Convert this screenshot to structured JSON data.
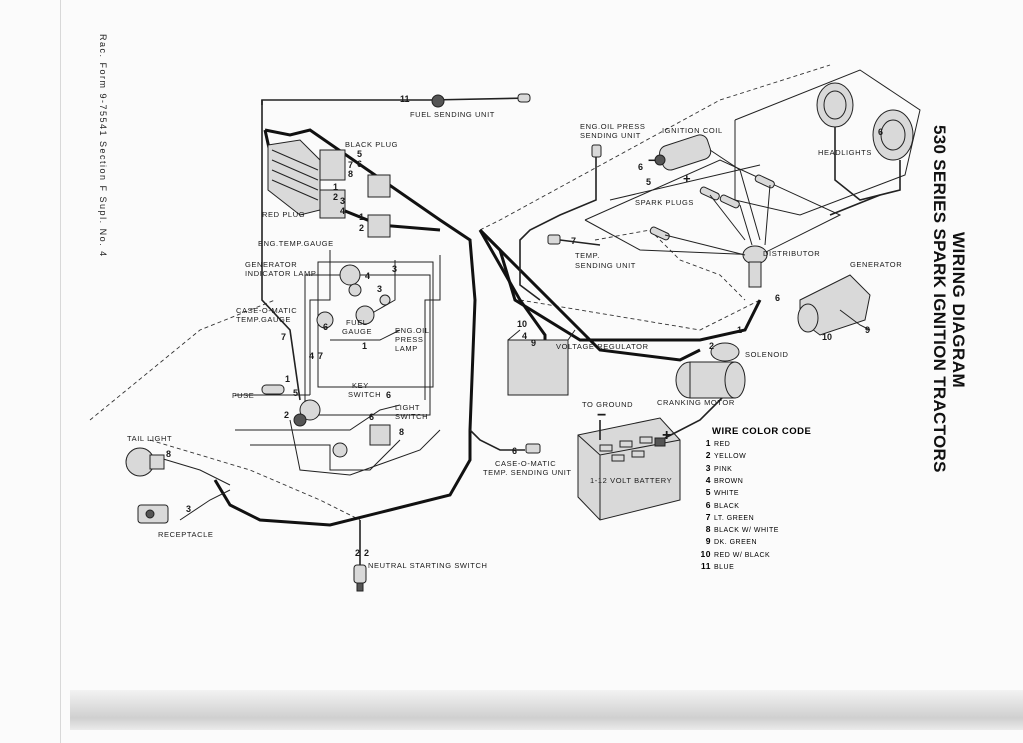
{
  "title_line1": "WIRING DIAGRAM",
  "title_line2": "530 SERIES SPARK IGNITION TRACTORS",
  "form_reference": "Rac. Form 9-75541 Section F Supl. No. 4",
  "component_labels": {
    "fuel_sending_unit": "FUEL SENDING UNIT",
    "black_plug": "BLACK PLUG",
    "red_plug": "RED PLUG",
    "eng_temp_gauge": "ENG.TEMP.GAUGE",
    "generator_indicator_lamp_1": "GENERATOR",
    "generator_indicator_lamp_2": "INDICATOR LAMP",
    "case_o_matic_temp_gauge_1": "CASE-O-MATIC",
    "case_o_matic_temp_gauge_2": "TEMP.GAUGE",
    "fuel_gauge_1": "FUEL",
    "fuel_gauge_2": "GAUGE",
    "eng_oil_press_lamp_1": "ENG.OIL",
    "eng_oil_press_lamp_2": "PRESS",
    "eng_oil_press_lamp_3": "LAMP",
    "key_switch_1": "KEY",
    "key_switch_2": "SWITCH",
    "light_switch_1": "LIGHT",
    "light_switch_2": "SWITCH",
    "fuse": "FUSE",
    "tail_light": "TAIL LIGHT",
    "receptacle": "RECEPTACLE",
    "neutral_starting_switch": "NEUTRAL STARTING SWITCH",
    "case_o_matic_temp_sending_unit_1": "CASE-O-MATIC",
    "case_o_matic_temp_sending_unit_2": "TEMP. SENDING UNIT",
    "voltage_regulator": "VOLTAGE REGULATOR",
    "eng_oil_press_sending_unit_1": "ENG.OIL PRESS",
    "eng_oil_press_sending_unit_2": "SENDING UNIT",
    "ignition_coil": "IGNITION COIL",
    "spark_plugs": "SPARK PLUGS",
    "temp_sending_unit_1": "TEMP.",
    "temp_sending_unit_2": "SENDING UNIT",
    "distributor": "DISTRIBUTOR",
    "headlights": "HEADLIGHTS",
    "generator": "GENERATOR",
    "solenoid": "SOLENOID",
    "cranking_motor": "CRANKING MOTOR",
    "to_ground": "TO GROUND",
    "battery": "1-12 VOLT BATTERY"
  },
  "wire_numbers": {
    "n11_fuel": "11",
    "n5_black": "5",
    "n6_black": "6",
    "n7_black": "7",
    "n8_black": "8",
    "n1_red": "1",
    "n2_red": "2",
    "n3_red": "3",
    "n4_red": "4",
    "n1_mid": "1",
    "n2_mid": "2",
    "n6_coil": "6",
    "n5_coil": "5",
    "n7_temp": "7",
    "n6_gen": "6",
    "n10_gen": "10",
    "n9_gen": "9",
    "n6_head": "6",
    "n10_reg": "10",
    "n4_reg": "4",
    "n9_reg": "9",
    "n1_sol": "1",
    "n2_sol": "2",
    "n6_casesend": "6",
    "n2_neutral_a": "2",
    "n2_neutral_b": "2",
    "n3_recept": "3",
    "n8_tail": "8",
    "n5_fuse": "5",
    "n1_fuse": "1",
    "n4_dash": "4",
    "n7_dash": "7",
    "n6_dash": "6",
    "n1_dash": "1",
    "n3_dash": "3",
    "n2_key": "2",
    "n6_light": "6",
    "n8_light": "8",
    "n4_top": "4",
    "n3_top": "3",
    "n6_fuel": "6",
    "n7_left": "7"
  },
  "terminal_marks": {
    "plus": "+",
    "minus": "−"
  },
  "legend": {
    "title": "WIRE COLOR CODE",
    "items": [
      {
        "code": "1",
        "name": "RED"
      },
      {
        "code": "2",
        "name": "YELLOW"
      },
      {
        "code": "3",
        "name": "PINK"
      },
      {
        "code": "4",
        "name": "BROWN"
      },
      {
        "code": "5",
        "name": "WHITE"
      },
      {
        "code": "6",
        "name": "BLACK"
      },
      {
        "code": "7",
        "name": "LT. GREEN"
      },
      {
        "code": "8",
        "name": "BLACK W/ WHITE"
      },
      {
        "code": "9",
        "name": "DK. GREEN"
      },
      {
        "code": "10",
        "name": "RED W/ BLACK"
      },
      {
        "code": "11",
        "name": "BLUE"
      }
    ]
  }
}
